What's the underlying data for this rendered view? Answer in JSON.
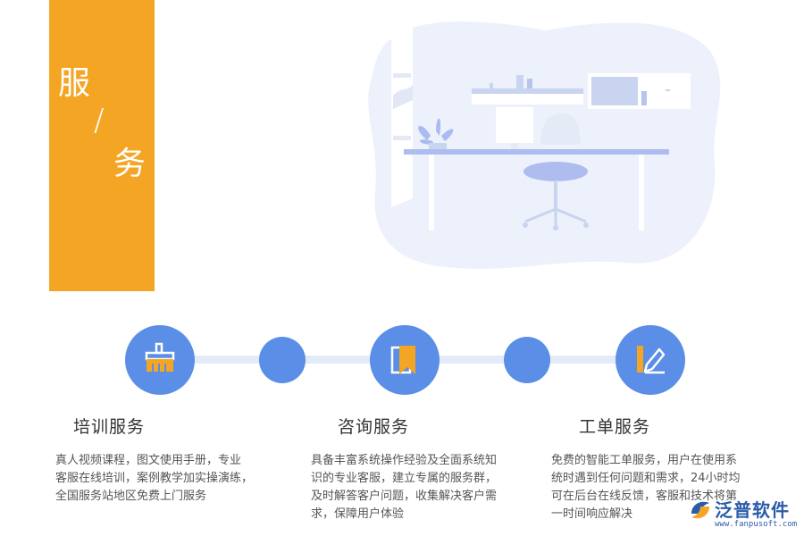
{
  "header": {
    "title_char_1": "服",
    "title_slash": "/",
    "title_char_2": "务"
  },
  "colors": {
    "accent_orange": "#f4a524",
    "accent_blue": "#5b8ee6",
    "timeline_track": "#e4ebf8",
    "illustration_bg": "#edf1fb"
  },
  "timeline": {
    "nodes": [
      {
        "type": "icon",
        "icon": "broom-icon"
      },
      {
        "type": "dot"
      },
      {
        "type": "icon",
        "icon": "bookmark-documents-icon"
      },
      {
        "type": "dot"
      },
      {
        "type": "icon",
        "icon": "edit-pencil-icon"
      }
    ]
  },
  "services": [
    {
      "title": "培训服务",
      "desc_lines": [
        "真人视频课程，图文使用手册，专业",
        "客服在线培训，案例教学加实操演练，",
        "全国服务站地区免费上门服务"
      ]
    },
    {
      "title": "咨询服务",
      "desc_lines": [
        "具备丰富系统操作经验及全面系统知",
        "识的专业客服，建立专属的服务群，",
        "及时解答客户问题，收集解决客户需",
        "求，保障用户体验"
      ]
    },
    {
      "title": "工单服务",
      "desc_lines": [
        "免费的智能工单服务，用户在使用系",
        "统时遇到任何问题和需求，24小时均",
        "可在后台在线反馈，客服和技术将第",
        "一时间响应解决"
      ]
    }
  ],
  "logo": {
    "name": "泛普软件",
    "url": "www.fanpusoft.com"
  }
}
